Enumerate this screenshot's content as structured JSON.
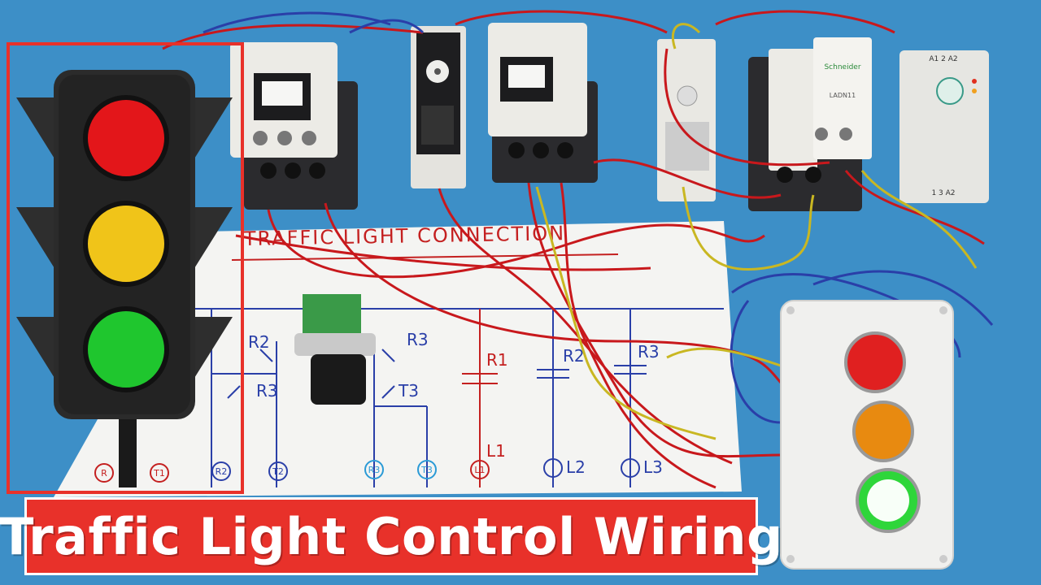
{
  "title": "Traffic Light Control Wiring",
  "diagram": {
    "heading": "TRAFFIC LIGHT CONNECTION",
    "labels": {
      "r2_contact": "R2",
      "r3_contact": "R3",
      "r3_contact_b": "R3",
      "t3_contact": "T3",
      "r1_coil_contact": "R1",
      "r2_coil_contact": "R2",
      "r3_coil_contact": "R3",
      "l1_label": "L1",
      "l2_label": "L2",
      "l3_label": "L3",
      "coil_r": "R",
      "coil_t1": "T1",
      "coil_r2": "R2",
      "coil_t2": "T2",
      "coil_r3": "R3",
      "coil_t3": "T3",
      "lamp_l1": "L1"
    }
  },
  "devices": {
    "contactor_brand": "Schneider",
    "contactor_model": "LADN11",
    "relay_terminals": "A1  2  A2",
    "relay_bottom_terminals": "1  3  A2"
  },
  "colors": {
    "red_lamp": "#e02020",
    "amber_lamp": "#e88a10",
    "green_lamp": "#2ed63a",
    "banner": "#e8312a",
    "background": "#3d8fc7",
    "wire_red": "#c8181c",
    "wire_blue": "#2a3fa8",
    "wire_yellow": "#c9b722"
  }
}
